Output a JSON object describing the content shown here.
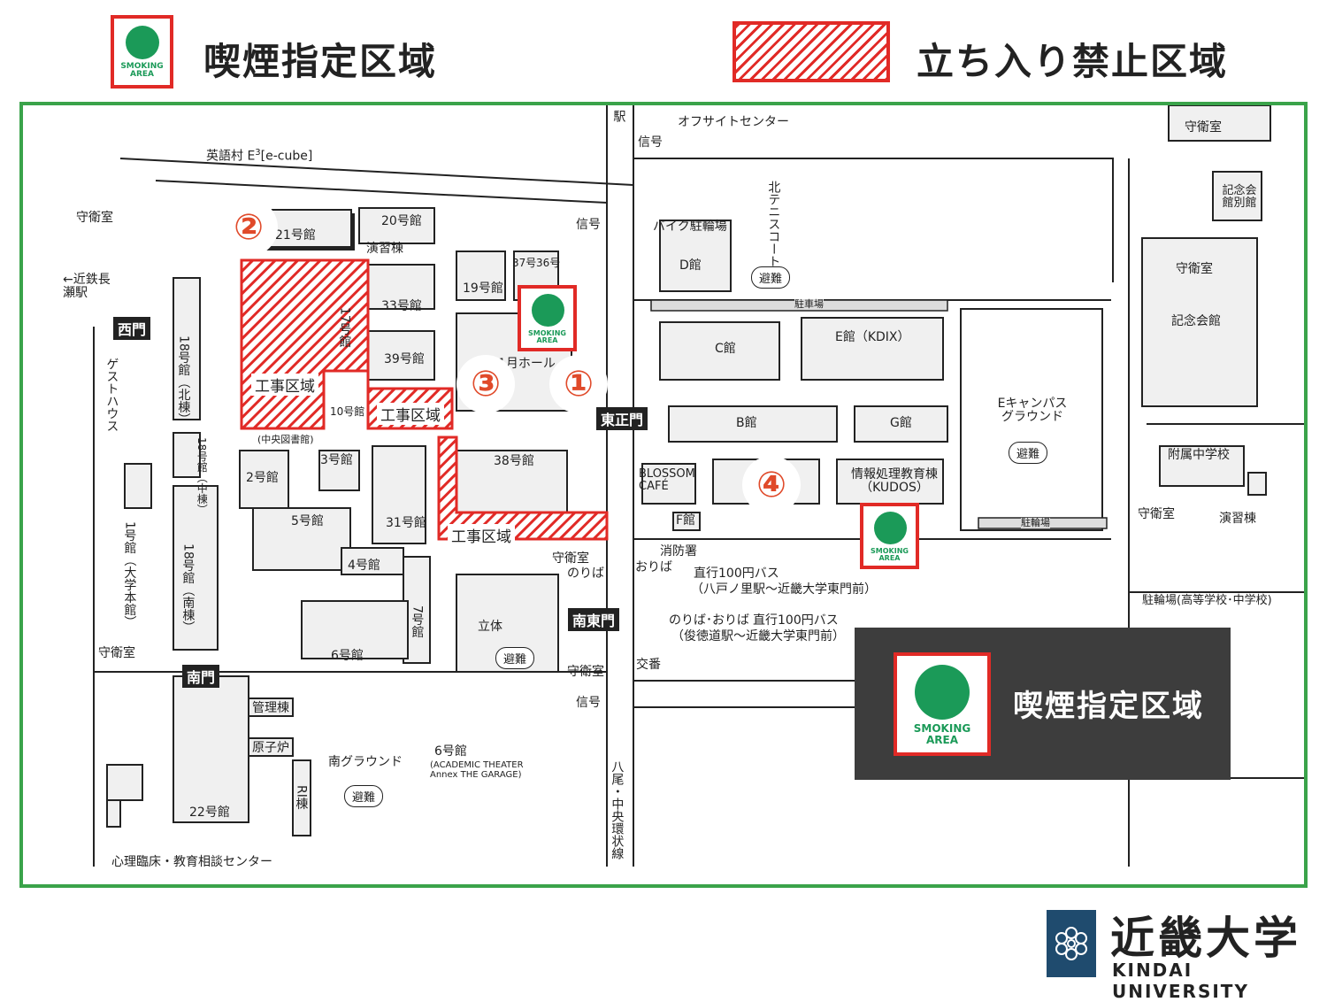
{
  "legend": {
    "smoking_label": "喫煙指定区域",
    "restricted_label": "立ち入り禁止区域"
  },
  "badge": {
    "line1": "SMOKING",
    "line2": "AREA"
  },
  "markers": [
    "②",
    "③",
    "①",
    "④"
  ],
  "buildings": {
    "b21": "21号館",
    "b20": "20号館",
    "drill": "演習棟",
    "b19": "19号館",
    "b37": "37号",
    "b36": "36号",
    "b33": "33号館",
    "b39": "39号館",
    "b17": "17号館",
    "b10": "10号館",
    "hall": "11月ホール",
    "central_lib": "(中央図書館)",
    "b18n": "18号館（北棟）",
    "b18m": "18号館（中棟）",
    "b18s": "18号館（南棟）",
    "guest": "ゲストハウス",
    "b2": "2号館",
    "b3": "3号館",
    "b5": "5号館",
    "b31": "31号館",
    "b38": "38号館",
    "b4": "4号館",
    "b7": "7号館",
    "b6": "6号館",
    "b1": "1号館（大学本館）",
    "kanri": "管理棟",
    "genshiro": "原子炉",
    "ri": "RI棟",
    "b22": "22号館",
    "psy": "心理臨床・教育相談センター",
    "b6annex": "6号館",
    "b6annex_en": "(ACADEMIC THEATER Annex THE GARAGE)",
    "south_ground": "南グラウンド",
    "offsite": "オフサイトセンター",
    "bike": "バイク駐輪場",
    "d": "D館",
    "north_tennis": "北テニスコート",
    "c": "C館",
    "e": "E館（KDIX）",
    "b_bld": "B館",
    "g": "G館",
    "e_ground": "Eキャンパスグラウンド",
    "blossom": "BLOSSOM CAFÉ",
    "kudos": "情報処理教育棟（KUDOS）",
    "f": "F館",
    "fire": "消防署",
    "parking": "駐車場",
    "bike_parking": "駐輪場",
    "tachi": "立体",
    "kinen": "記念会館",
    "kinen_annex": "記念会館別館",
    "fuzoku": "附属中学校",
    "drill2": "演習棟",
    "hs_parking": "駐輪場(高等学校･中学校)",
    "koban": "交番",
    "shuei1": "守衛室",
    "signal": "信号",
    "station": "駅",
    "english": "英語村 E",
    "english_sup": "3",
    "english_tail": "[e-cube]",
    "kintetsu": "←近鉄長瀬駅",
    "yao": "八尾・中央環状線"
  },
  "gates": {
    "west": "西門",
    "east_main": "東正門",
    "south_east": "南東門",
    "south": "南門"
  },
  "construction": [
    "工事区域",
    "工事区域",
    "工事区域"
  ],
  "bus": {
    "stop1": "おりば",
    "stop2": "のりば",
    "route1": "直行100円バス",
    "route1_sub": "（八戸ノ里駅〜近畿大学東門前）",
    "stop3": "のりば･おりば",
    "route2": "直行100円バス",
    "route2_sub": "（俊徳道駅〜近畿大学東門前）"
  },
  "evac_label": "避難",
  "overlay": {
    "label": "喫煙指定区域"
  },
  "logo": {
    "jp": "近畿大学",
    "en": "KINDAI UNIVERSITY"
  },
  "colors": {
    "green": "#1b9a58",
    "red": "#e12a26",
    "frame_green": "#3aa34a",
    "panel": "#3d3d3d",
    "logo_blue": "#1f4b6e"
  }
}
